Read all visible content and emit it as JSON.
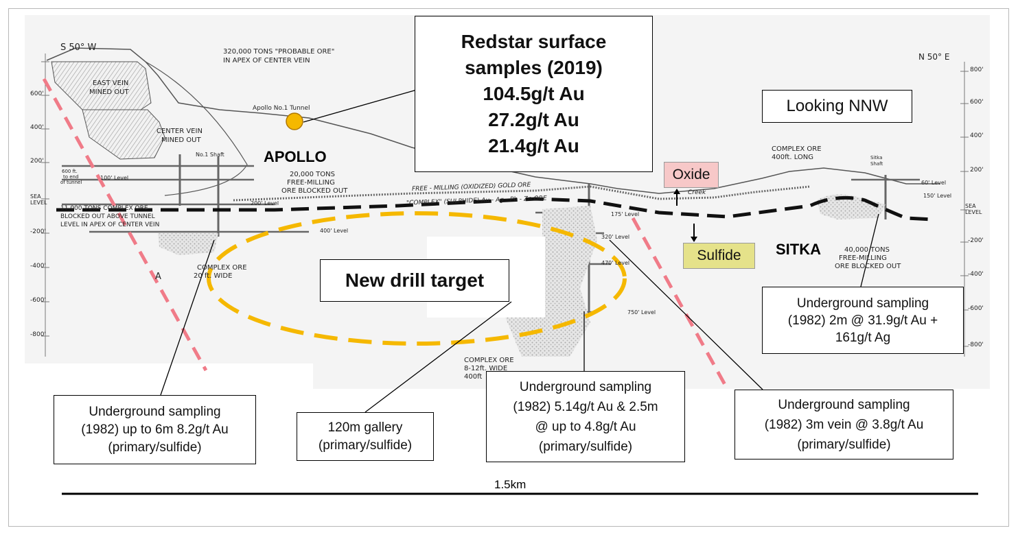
{
  "colors": {
    "fault": "#f07b88",
    "target": "#f5b800",
    "oxide_bg": "#f7c8c8",
    "sulfide_bg": "#e5e28a",
    "sample_dot": "#f5b800"
  },
  "section": {
    "left_bearing": "S 50° W",
    "right_bearing": "N 50° E",
    "view_direction": "Looking NNW",
    "scale_bar": "1.5km",
    "left_elevations": [
      "600'",
      "400'",
      "200'",
      "SEA LEVEL",
      "-200'",
      "-400'",
      "-600'",
      "-800'"
    ],
    "right_elevations": [
      "800'",
      "600'",
      "400'",
      "200'",
      "SEA LEVEL",
      "-200'",
      "-400'",
      "-600'",
      "-800'"
    ]
  },
  "callouts": {
    "redstar": [
      "Redstar surface",
      "samples (2019)",
      "104.5g/t Au",
      "27.2g/t Au",
      "21.4g/t Au"
    ],
    "drill_target": "New drill target",
    "oxide": "Oxide",
    "sulfide": "Sulfide",
    "apollo": "APOLLO",
    "sitka": "SITKA",
    "sitka_sampling": [
      "Underground sampling",
      "(1982) 2m @ 31.9g/t Au +",
      "161g/t Ag"
    ],
    "apollo_sampling": [
      "Underground sampling",
      "(1982) up to 6m 8.2g/t Au",
      "(primary/sulfide)"
    ],
    "gallery": [
      "120m gallery",
      "(primary/sulfide)"
    ],
    "center_sampling": [
      "Underground sampling",
      "(1982) 5.14g/t Au & 2.5m",
      "@ up to 4.8g/t Au",
      "(primary/sulfide)"
    ],
    "right_sampling": [
      "Underground sampling",
      "(1982) 3m vein @ 3.8g/t Au",
      "(primary/sulfide)"
    ]
  },
  "sketch_labels": {
    "probable_ore": "320,000 TONS \"PROBABLE ORE\"",
    "probable_ore_2": "IN APEX OF CENTER VEIN",
    "east_vein": "EAST VEIN",
    "east_vein_2": "MINED OUT",
    "center_vein": "CENTER VEIN",
    "center_vein_2": "MINED OUT",
    "apollo_tunnel": "Apollo No.1 Tunnel",
    "no1_shaft": "No.1 Shaft",
    "tunnel_note": [
      "600 ft.",
      "to end",
      "of tunnel"
    ],
    "level_100": "100' Level",
    "level_200": "200' Level",
    "level_400": "400' Level",
    "free_milling_20k": "20,000 TONS",
    "free_milling_20k_2": "FREE-MILLING",
    "free_milling_20k_3": "ORE BLOCKED OUT",
    "complex_11k": "11,000 TONS COMPLEX ORE",
    "complex_11k_2": "BLOCKED OUT ABOVE TUNNEL",
    "complex_11k_3": "LEVEL IN APEX OF CENTER VEIN",
    "oxidized_ore": "FREE - MILLING (OXIDIZED) GOLD ORE",
    "sulphide_ore": "\"COMPLEX\" (SULPHIDE) Au - Ag - Pb - Zn ORE",
    "creek": "Creek",
    "complex_20ft": "COMPLEX ORE",
    "complex_20ft_2": "20 ft. WIDE",
    "section_a": "A",
    "complex_8_12": "COMPLEX ORE",
    "complex_8_12_2": "8-12ft. WIDE",
    "complex_8_12_3": "400ft",
    "level_175": "175' Level",
    "level_320": "320' Level",
    "level_470": "470' Level",
    "level_750": "750' Level",
    "complex_400": "COMPLEX ORE",
    "complex_400_2": "400ft. LONG",
    "sitka_shaft": "Sitka",
    "sitka_shaft_2": "Shaft",
    "level_60": "60' Level",
    "level_150": "150' Level",
    "sitka_40k": "40,000 TONS",
    "sitka_40k_2": "FREE-MILLING",
    "sitka_40k_3": "ORE BLOCKED OUT"
  }
}
